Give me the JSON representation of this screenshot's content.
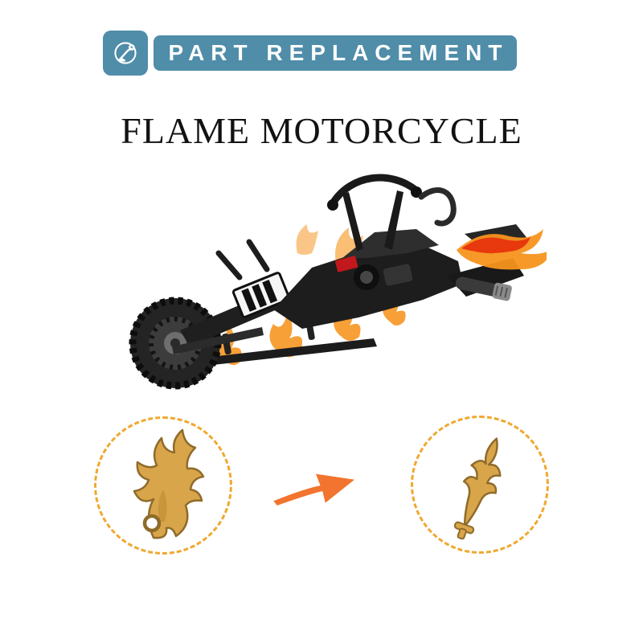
{
  "header": {
    "banner_label": "PART REPLACEMENT",
    "icon": "robot-arm-tool-icon",
    "banner_color": "#4F8DA9"
  },
  "product": {
    "title": "FLAME MOTORCYCLE",
    "image": "black brick-built flame motorcycle with orange translucent fire pieces"
  },
  "replacement": {
    "before_part": "gold flame ornament piece",
    "after_part": "gold flame blade piece",
    "arrow_direction": "right",
    "circle_dash_color": "#F0A830",
    "arrow_color": "#F2742E",
    "part_gold_color": "#D9A54A"
  }
}
